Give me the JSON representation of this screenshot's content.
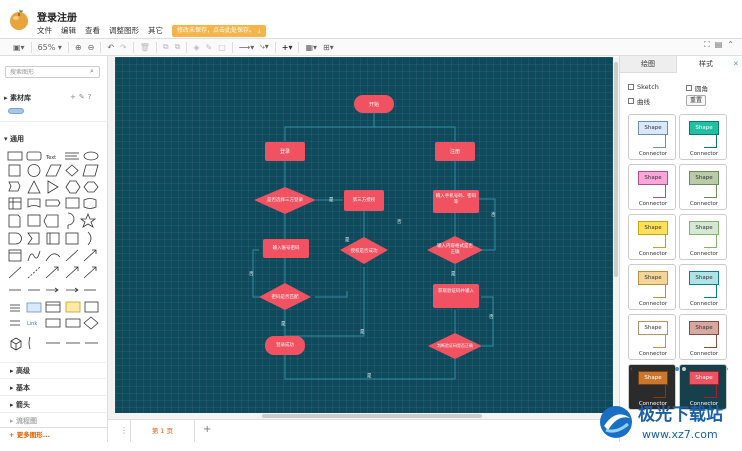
{
  "app": {
    "title": "登录注册",
    "menu": [
      "文件",
      "编辑",
      "查看",
      "调整图形",
      "其它"
    ],
    "notice": "修改未保存，点击此处保存。"
  },
  "toolbar": {
    "zoom": "65%"
  },
  "sidebar": {
    "search_placeholder": "搜索图形",
    "scratchpad_label": "素材库",
    "general_label": "通用",
    "sections": [
      "高级",
      "基本",
      "箭头",
      "流程图"
    ],
    "more_shapes": "+ 更多图形..."
  },
  "pages": {
    "tab_label": "第 1 页"
  },
  "right_panel": {
    "tab_diagram": "绘图",
    "tab_style": "样式",
    "opt_sketch": "Sketch",
    "opt_rounded": "圆角",
    "opt_curved": "曲线",
    "reset": "重置",
    "swatch_shape_label": "Shape",
    "swatch_connector_label": "Connector",
    "swatches": [
      {
        "fill": "#dae8fc",
        "stroke": "#6c8ebf",
        "text": "#333333"
      },
      {
        "fill": "#21c0a5",
        "stroke": "#0b7a66",
        "text": "#ffffff"
      },
      {
        "fill": "#f8a7da",
        "stroke": "#b84c8e",
        "text": "#333333"
      },
      {
        "fill": "#b9cca8",
        "stroke": "#6d8a57",
        "text": "#333333"
      },
      {
        "fill": "#ffe05c",
        "stroke": "#c9a500",
        "text": "#333333"
      },
      {
        "fill": "#d5e8d4",
        "stroke": "#82b366",
        "text": "#333333"
      },
      {
        "fill": "#f3d59a",
        "stroke": "#c18f31",
        "text": "#333333"
      },
      {
        "fill": "#b0e3e6",
        "stroke": "#0e8088",
        "text": "#333333"
      },
      {
        "fill": "#ffffff",
        "stroke": "#c28e5e",
        "text": "#333333"
      },
      {
        "fill": "#d5a8a0",
        "stroke": "#8c4a3f",
        "text": "#333333"
      },
      {
        "fill": "#c9772c",
        "stroke": "#7a3e0c",
        "text": "#ffffff"
      },
      {
        "fill": "#f05262",
        "stroke": "#a91d2d",
        "text": "#ffffff"
      }
    ]
  },
  "flowchart": {
    "start": "开始",
    "login": "登录",
    "register": "注册",
    "choose_third": "是否选择三方登录",
    "third_auth": "第三方授权",
    "input_phone": "输入手机号码、密码等",
    "input_account": "输入账号密码",
    "auth_success": "授权是否成功",
    "format_correct": "输入内容格式是否正确",
    "password_match": "密码是否匹配",
    "get_code": "获取验证码并输入",
    "login_success": "登录成功",
    "code_correct": "判断验证码是否正确",
    "yes": "是",
    "no": "否"
  },
  "watermark": {
    "text": "极光下载站",
    "url": "www.xz7.com"
  },
  "colors": {
    "canvas": "#0f4a5c",
    "node": "#f05262",
    "edge": "#2f8ea3",
    "accent": "#e06000"
  }
}
